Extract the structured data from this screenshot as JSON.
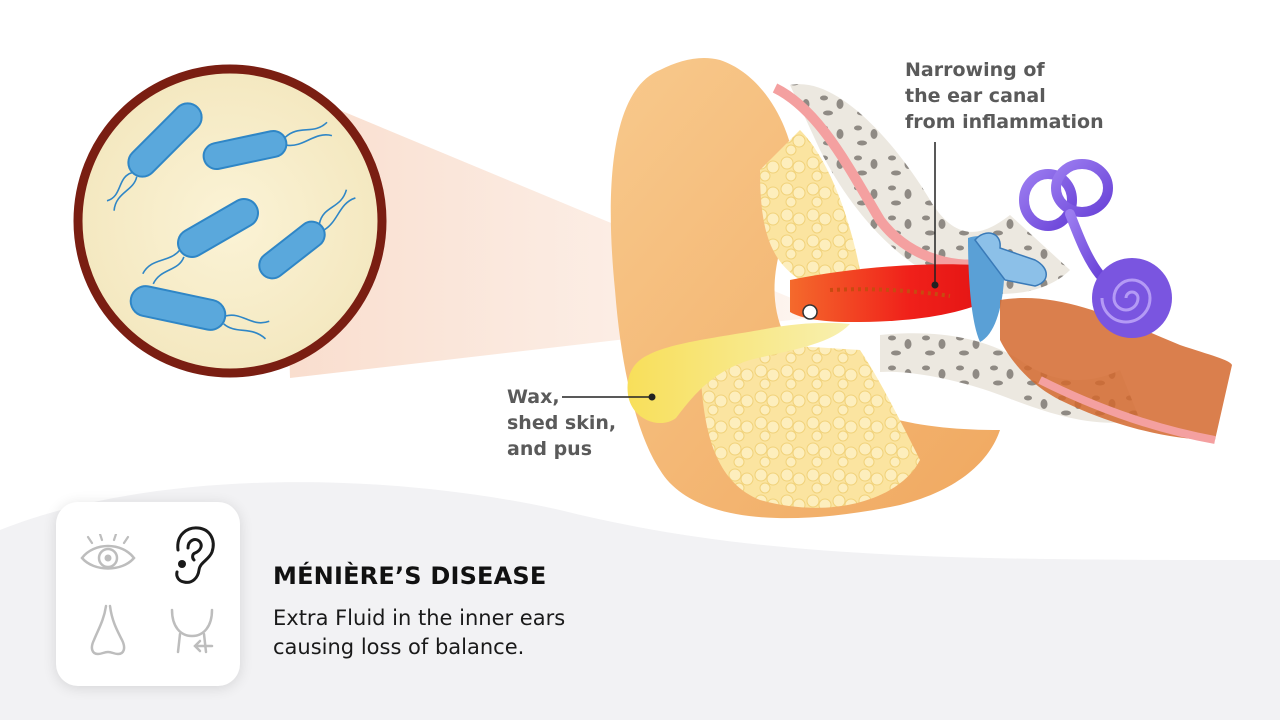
{
  "labels": {
    "narrowing": [
      "Narrowing of",
      "the ear canal",
      "from inflammation"
    ],
    "wax": [
      "Wax,",
      "shed skin,",
      "and pus"
    ]
  },
  "info_card": {
    "icons": [
      "eye-icon",
      "ear-icon",
      "nose-icon",
      "throat-icon"
    ],
    "active_icon": "ear-icon"
  },
  "disease": {
    "title": "MÉNIÈRE’S DISEASE",
    "description": [
      "Extra Fluid in the inner ears",
      "causing loss of balance."
    ]
  },
  "colors": {
    "inflamed_canal": "#f0201a",
    "bacteria": "#5aa8dc",
    "magnifier_rim": "#7a1e12",
    "inner_ear": "#7a55e0",
    "wax": "#f5e06a"
  }
}
